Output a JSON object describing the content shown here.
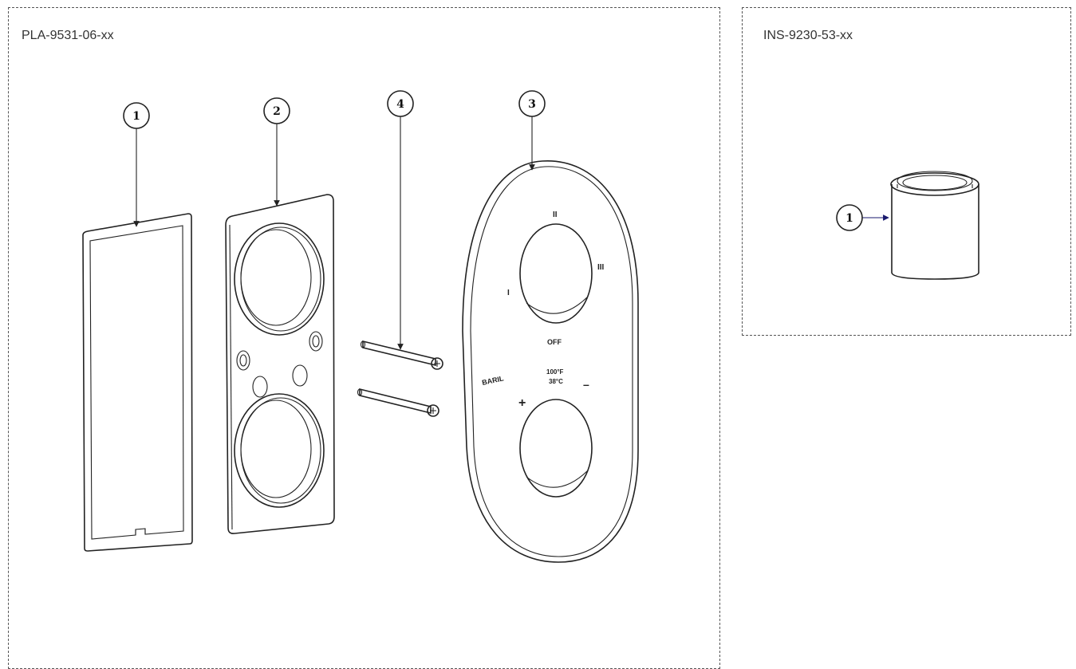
{
  "panels": {
    "left_code": "PLA-9531-06-xx",
    "right_code": "INS-9230-53-xx"
  },
  "callouts": {
    "gasket": "1",
    "backplate": "2",
    "screws": "4",
    "trim_plate": "3",
    "insert": "1"
  },
  "plate_markings": {
    "position_2": "II",
    "position_1": "I",
    "position_3": "III",
    "off": "OFF",
    "brand": "BARIL",
    "temp_f": "100°F",
    "temp_c": "38°C",
    "plus": "+",
    "minus": "–"
  },
  "colors": {
    "line": "#222222",
    "dashed_border": "#555555",
    "leader_arrow_right": "#1a1a6e"
  }
}
